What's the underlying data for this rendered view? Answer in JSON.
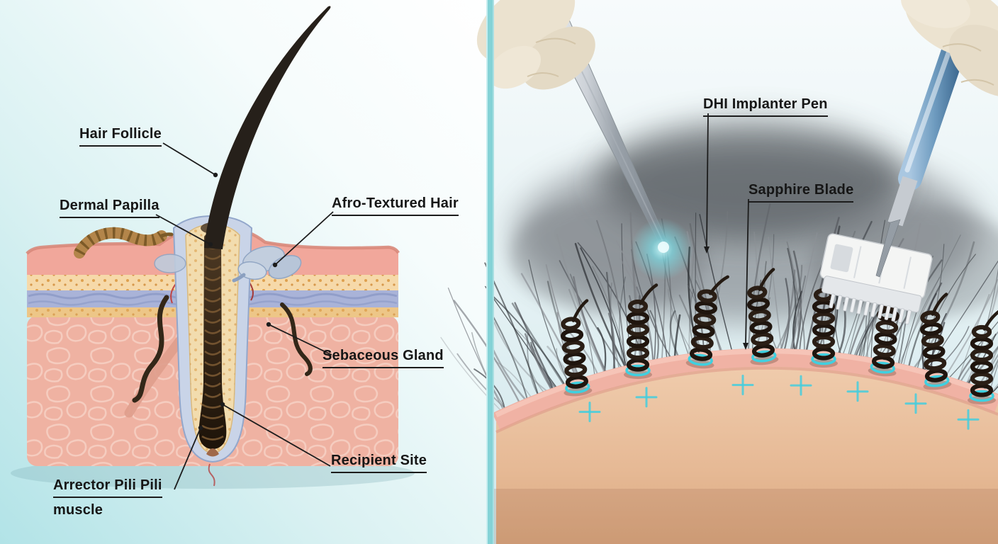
{
  "illustration": {
    "left_panel": {
      "labels": [
        {
          "text": "Hair Follicle"
        },
        {
          "text": "Dermal Papilla"
        },
        {
          "text": "Afro-Textured Hair"
        },
        {
          "text": "Sebaceous Gland"
        },
        {
          "text": "Recipient Site"
        },
        {
          "text": "Arrector Pili Pili",
          "text_line2": "muscle"
        }
      ]
    },
    "right_panel": {
      "labels": [
        {
          "text": "DHI Implanter Pen"
        },
        {
          "text": "Sapphire Blade"
        }
      ]
    },
    "colors": {
      "divider_teal": "#7fd0d4",
      "incision_mark_cyan": "#45cede",
      "label_text": "#1b1b1b",
      "scalp_skin": "#e9c2a1",
      "glove": "#ece3d0"
    }
  }
}
